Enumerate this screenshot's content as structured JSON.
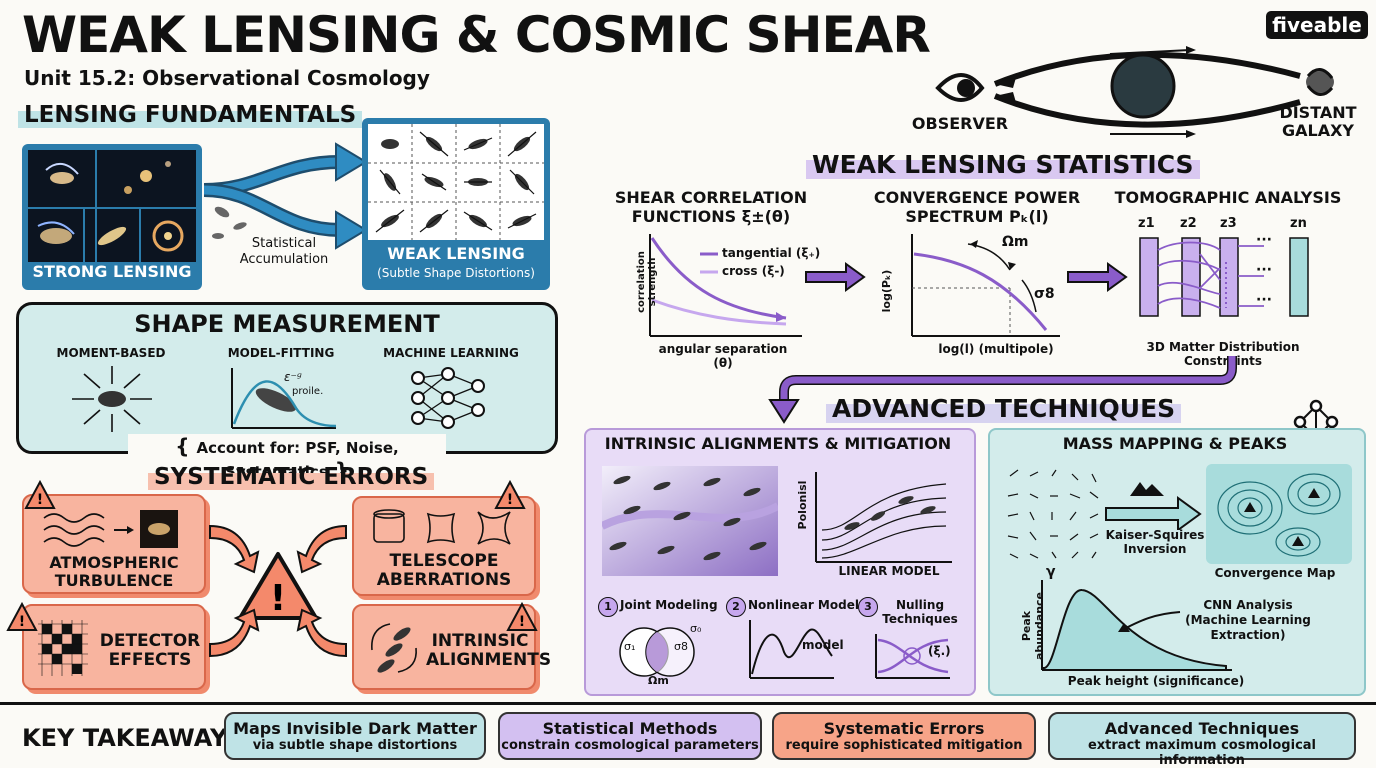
{
  "header": {
    "title": "WEAK LENSING & COSMIC SHEAR",
    "subtitle": "Unit 15.2: Observational Cosmology",
    "logo": "fiveable"
  },
  "lensing_diagram": {
    "observer": "OBSERVER",
    "galaxy": "DISTANT GALAXY"
  },
  "fundamentals": {
    "heading": "LENSING FUNDAMENTALS",
    "strong": "STRONG LENSING",
    "stat1": "Statistical",
    "stat2": "Accumulation",
    "weak": "WEAK LENSING",
    "weak_sub": "(Subtle Shape Distortions)"
  },
  "shape": {
    "heading": "SHAPE MEASUREMENT",
    "m1": "MOMENT-BASED",
    "m2": "MODEL-FITTING",
    "m3": "MACHINE LEARNING",
    "eps": "ε⁻ᶢ",
    "profile": "proile.",
    "account": "Account for: PSF, Noise, Systematics"
  },
  "systematic": {
    "heading": "SYSTEMATIC ERRORS",
    "atm1": "ATMOSPHERIC",
    "atm2": "TURBULENCE",
    "tel1": "TELESCOPE",
    "tel2": "ABERRATIONS",
    "det1": "DETECTOR",
    "det2": "EFFECTS",
    "int1": "INTRINSIC",
    "int2": "ALIGNMENTS"
  },
  "wls": {
    "heading": "WEAK LENSING STATISTICS",
    "c1_title1": "SHEAR CORRELATION",
    "c1_title2": "FUNCTIONS ξ±(θ)",
    "c1_ylabel": "correlation strength",
    "c1_xlabel": "angular separation (θ)",
    "c1_leg1": "tangential (ξ₊)",
    "c1_leg2": "cross (ξ-)",
    "c2_title1": "CONVERGENCE POWER",
    "c2_title2": "SPECTRUM Pₖ(l)",
    "c2_ylabel": "log(Pₖ)",
    "c2_xlabel": "log(l) (multipole)",
    "c2_omega": "Ωm",
    "c2_sigma": "σ8",
    "c3_title": "TOMOGRAPHIC ANALYSIS",
    "z1": "z1",
    "z2": "z2",
    "z3": "z3",
    "zn": "zn",
    "dots": "···",
    "c3_caption": "3D Matter Distribution Constraints"
  },
  "advanced": {
    "heading": "ADVANCED TECHNIQUES",
    "ia_title": "INTRINSIC ALIGNMENTS & MITIGATION",
    "ia_ylabel": "Polonisl",
    "ia_linear": "LINEAR MODEL",
    "n1": "1",
    "t1": "Joint Modeling",
    "n2": "2",
    "t2": "Nonlinear Model",
    "n3": "3",
    "t3a": "Nulling",
    "t3b": "Techniques",
    "sig1": "σ₁",
    "sig0": "σ₀",
    "sig8": "σ8",
    "omega": "Ωm",
    "model": "model",
    "xi": "(ξ.)",
    "mm_title": "MASS MAPPING & PEAKS",
    "ks1": "Kaiser-Squires",
    "ks2": "Inversion",
    "conv": "Convergence Map",
    "gamma": "γ",
    "cnn1": "CNN Analysis",
    "cnn2": "(Machine Learning Extraction)",
    "peak_ylabel": "Peak abundance",
    "peak_xlabel": "Peak height (significance)"
  },
  "takeaways": {
    "heading": "KEY TAKEAWAYS",
    "items": [
      {
        "a": "Maps Invisible Dark Matter",
        "b": "via subtle shape distortions"
      },
      {
        "a": "Statistical Methods",
        "b": "constrain cosmological parameters"
      },
      {
        "a": "Systematic Errors",
        "b": "require sophisticated mitigation"
      },
      {
        "a": "Advanced Techniques",
        "b": "extract maximum cosmological information"
      }
    ]
  },
  "colors": {
    "teal": "#bfe3e6",
    "purple": "#8a5cc9",
    "salmon": "#f4896b",
    "navy": "#1f6f9a"
  }
}
